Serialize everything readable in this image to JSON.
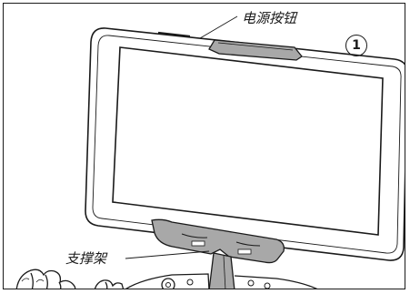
{
  "labels": {
    "power_button": "电源按钮",
    "stand": "支撑架"
  },
  "step_number": "1",
  "colors": {
    "line": "#1a1a1a",
    "bracket_fill": "#a8a8a8",
    "background": "#ffffff"
  }
}
